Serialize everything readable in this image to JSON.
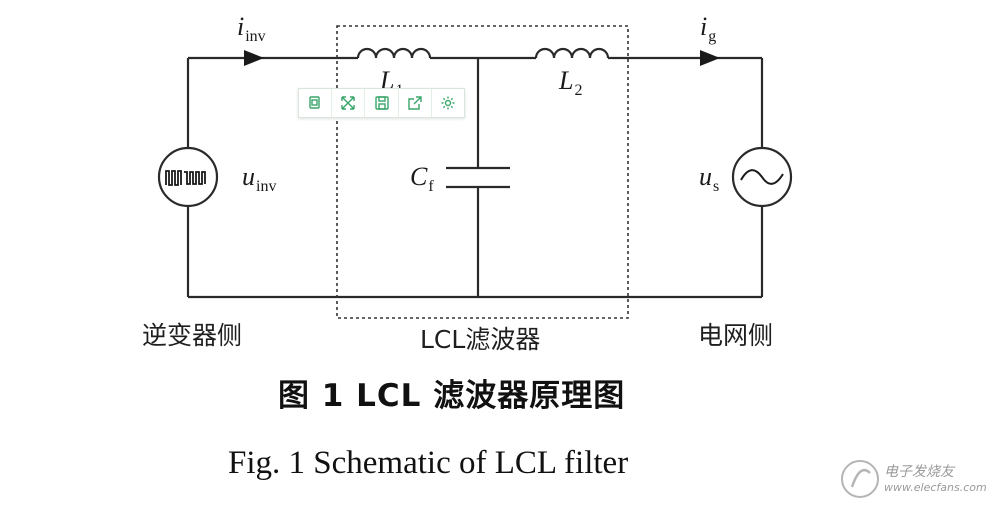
{
  "labels": {
    "i_inv": {
      "main": "i",
      "sub": "inv"
    },
    "L1": {
      "main": "L",
      "sub": "1"
    },
    "L2": {
      "main": "L",
      "sub": "2"
    },
    "i_g": {
      "main": "i",
      "sub": "g"
    },
    "u_inv": {
      "main": "u",
      "sub": "inv"
    },
    "C_f": {
      "main": "C",
      "sub": "f"
    },
    "u_s": {
      "main": "u",
      "sub": "s"
    }
  },
  "sections": {
    "inverter_side": "逆变器侧",
    "filter": "LCL滤波器",
    "grid_side": "电网侧"
  },
  "caption": {
    "cn": "图 1  LCL 滤波器原理图",
    "en": "Fig. 1  Schematic of LCL filter"
  },
  "toolbar": {
    "icons": [
      "copy-icon",
      "fullscreen-icon",
      "save-icon",
      "share-icon",
      "settings-icon"
    ],
    "accent": "#3aa56a"
  },
  "watermark": {
    "text": "电子发烧友",
    "url": "www.elecfans.com"
  }
}
